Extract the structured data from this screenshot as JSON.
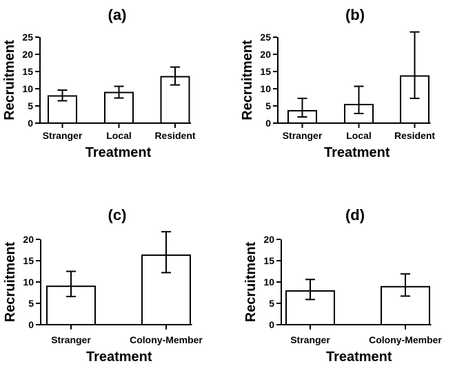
{
  "figure": {
    "description": "Four-panel bar chart figure of recruitment by treatment, white bars with black error bars",
    "ink_color": "#000000",
    "background_color": "#ffffff",
    "bar_fill": "#ffffff",
    "bar_stroke": "#000000"
  },
  "chart_data": [
    {
      "id": "a",
      "type": "bar",
      "title": "(a)",
      "xlabel": "Treatment",
      "ylabel": "Recruitment",
      "categories": [
        "Stranger",
        "Local",
        "Resident"
      ],
      "values": [
        7.9,
        8.9,
        13.5
      ],
      "error_low": [
        6.5,
        7.3,
        11.1
      ],
      "error_high": [
        9.6,
        10.7,
        16.3
      ],
      "ylim": [
        0,
        25
      ],
      "yticks": [
        0,
        5,
        10,
        15,
        20,
        25
      ],
      "grid": false,
      "legend": "none"
    },
    {
      "id": "b",
      "type": "bar",
      "title": "(b)",
      "xlabel": "Treatment",
      "ylabel": "Recruitment",
      "categories": [
        "Stranger",
        "Local",
        "Resident"
      ],
      "values": [
        3.6,
        5.4,
        13.7
      ],
      "error_low": [
        1.8,
        2.8,
        7.2
      ],
      "error_high": [
        7.2,
        10.7,
        26.5
      ],
      "ylim": [
        0,
        25
      ],
      "yticks": [
        0,
        5,
        10,
        15,
        20,
        25
      ],
      "grid": false,
      "legend": "none"
    },
    {
      "id": "c",
      "type": "bar",
      "title": "(c)",
      "xlabel": "Treatment",
      "ylabel": "Recruitment",
      "categories": [
        "Stranger",
        "Colony-Member"
      ],
      "values": [
        9.0,
        16.3
      ],
      "error_low": [
        6.6,
        12.2
      ],
      "error_high": [
        12.5,
        21.8
      ],
      "ylim": [
        0,
        20
      ],
      "yticks": [
        0,
        5,
        10,
        15,
        20
      ],
      "grid": false,
      "legend": "none"
    },
    {
      "id": "d",
      "type": "bar",
      "title": "(d)",
      "xlabel": "Treatment",
      "ylabel": "Recruitment",
      "categories": [
        "Stranger",
        "Colony-Member"
      ],
      "values": [
        7.9,
        8.9
      ],
      "error_low": [
        5.9,
        6.7
      ],
      "error_high": [
        10.6,
        11.9
      ],
      "ylim": [
        0,
        20
      ],
      "yticks": [
        0,
        5,
        10,
        15,
        20
      ],
      "grid": false,
      "legend": "none"
    }
  ]
}
